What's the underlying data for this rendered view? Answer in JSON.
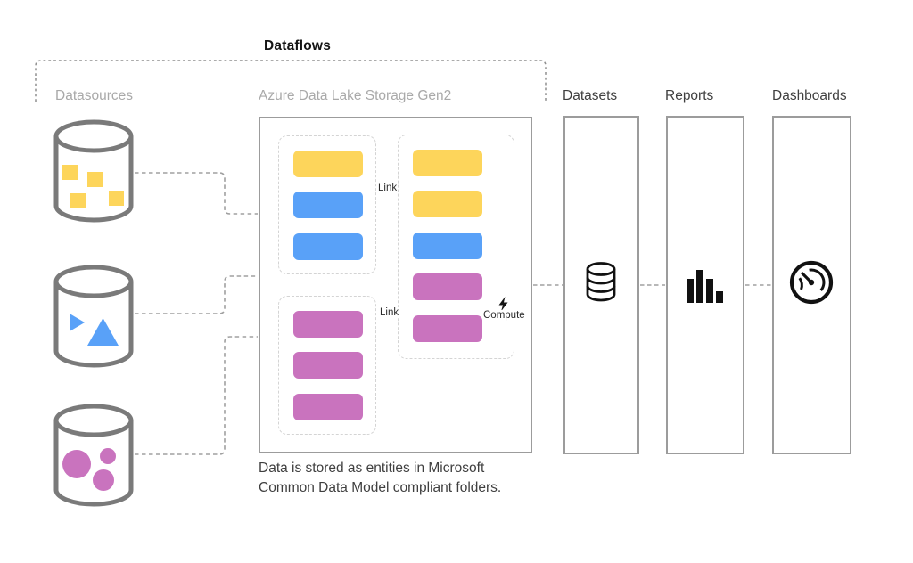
{
  "title": "Dataflows",
  "labels": {
    "datasources": "Datasources",
    "adls": "Azure Data Lake Storage Gen2",
    "datasets": "Datasets",
    "reports": "Reports",
    "dashboards": "Dashboards"
  },
  "annotations": {
    "link_top": "Link",
    "link_bottom": "Link",
    "compute": "Compute"
  },
  "caption": {
    "line1": "Data is stored as entities in Microsoft",
    "line2": "Common Data Model compliant folders."
  },
  "entities": {
    "source_entities_top": [
      "yellow",
      "blue",
      "blue"
    ],
    "source_entities_bottom": [
      "magenta",
      "magenta",
      "magenta"
    ],
    "combined_entities": [
      "yellow",
      "yellow",
      "blue",
      "magenta",
      "magenta"
    ]
  },
  "datasources": [
    {
      "glyph": "squares",
      "color": "yellow"
    },
    {
      "glyph": "triangles",
      "color": "blue"
    },
    {
      "glyph": "circles",
      "color": "magenta"
    }
  ],
  "icons": {
    "datasets": "database-icon",
    "reports": "bar-chart-icon",
    "dashboards": "gauge-icon",
    "link": "chain-link-icon",
    "compute": "lightning-icon",
    "datasource": "cylinder-icon"
  },
  "colors": {
    "yellow": "#FDD55B",
    "blue": "#59A1F8",
    "magenta": "#C973BE",
    "cylinder": "#7A7A7A",
    "box_border": "#9C9C9C",
    "group_dash": "#D4D4D4",
    "wire_dash": "#A0A0A0",
    "bracket_dash": "#8F8F8F",
    "label_muted": "#A9A9A9",
    "label_dark": "#3F3F3F",
    "ink": "#151515"
  }
}
